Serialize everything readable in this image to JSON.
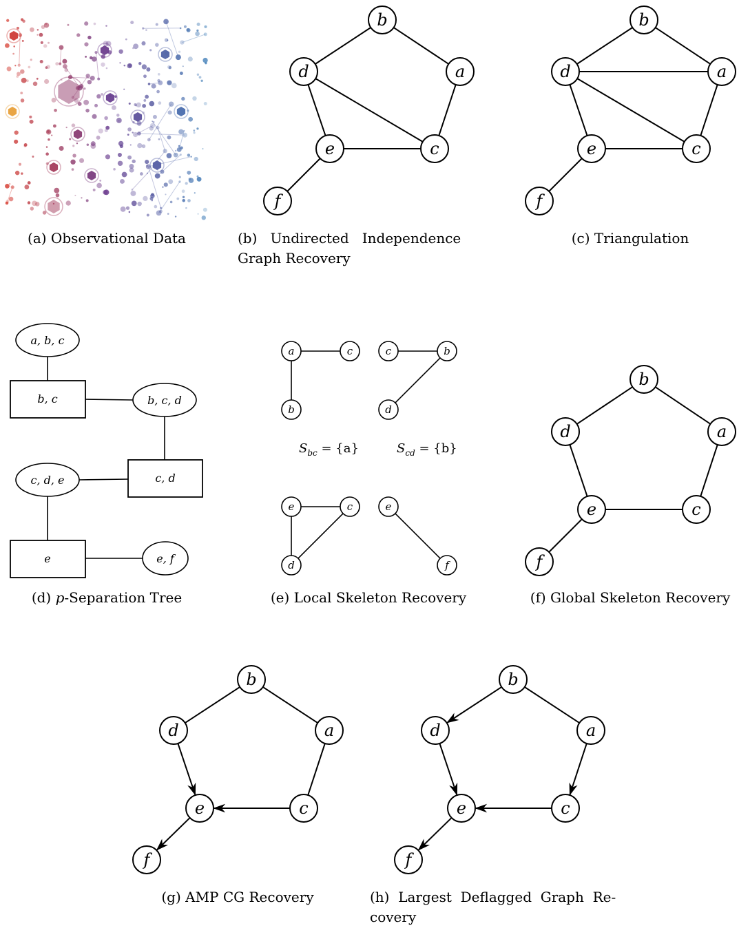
{
  "captions": {
    "a": "(a) Observational Data",
    "b_line1": "(b)   Undirected   Independence",
    "b_line2": "Graph Recovery",
    "c": "(c) Triangulation",
    "d_prefix": "(d) ",
    "d_italic": "p",
    "d_suffix": "-Separation Tree",
    "e": "(e) Local Skeleton Recovery",
    "f": "(f) Global Skeleton Recovery",
    "g": "(g) AMP CG Recovery",
    "h_line1": "(h)  Largest  Deflagged  Graph  Re-",
    "h_line2": "covery"
  },
  "node_labels": [
    "a",
    "b",
    "c",
    "d",
    "e",
    "f"
  ],
  "tree": {
    "cliques": [
      "a, b, c",
      "b, c, d",
      "c, d, e",
      "e, f"
    ],
    "separators": [
      "b, c",
      "c, d",
      "e"
    ]
  },
  "separation_sets": {
    "bc": {
      "sub": "bc",
      "value": "{a}"
    },
    "cd": {
      "sub": "cd",
      "value": "{b}"
    }
  },
  "graphs": {
    "b": [
      [
        "b",
        "d"
      ],
      [
        "b",
        "a"
      ],
      [
        "d",
        "e"
      ],
      [
        "d",
        "c"
      ],
      [
        "a",
        "c"
      ],
      [
        "e",
        "c"
      ],
      [
        "e",
        "f"
      ]
    ],
    "c": [
      [
        "b",
        "d"
      ],
      [
        "b",
        "a"
      ],
      [
        "d",
        "a"
      ],
      [
        "d",
        "e"
      ],
      [
        "d",
        "c"
      ],
      [
        "a",
        "c"
      ],
      [
        "e",
        "c"
      ],
      [
        "e",
        "f"
      ]
    ],
    "f": [
      [
        "b",
        "d"
      ],
      [
        "b",
        "a"
      ],
      [
        "d",
        "e"
      ],
      [
        "a",
        "c"
      ],
      [
        "e",
        "c"
      ],
      [
        "e",
        "f"
      ]
    ],
    "g": {
      "undirected": [
        [
          "b",
          "d"
        ],
        [
          "b",
          "a"
        ],
        [
          "a",
          "c"
        ]
      ],
      "directed": [
        [
          "d",
          "e"
        ],
        [
          "c",
          "e"
        ],
        [
          "e",
          "f"
        ]
      ]
    },
    "h": {
      "undirected": [
        [
          "b",
          "a"
        ]
      ],
      "directed": [
        [
          "b",
          "d"
        ],
        [
          "d",
          "e"
        ],
        [
          "a",
          "c"
        ],
        [
          "c",
          "e"
        ],
        [
          "e",
          "f"
        ]
      ]
    }
  },
  "local_skeletons": [
    {
      "nodes": [
        "a",
        "c",
        "b"
      ],
      "edges": [
        [
          "a",
          "c"
        ],
        [
          "a",
          "b"
        ]
      ]
    },
    {
      "nodes": [
        "c",
        "b",
        "d"
      ],
      "edges": [
        [
          "c",
          "b"
        ],
        [
          "b",
          "d"
        ]
      ]
    },
    {
      "nodes": [
        "e",
        "c",
        "d"
      ],
      "edges": [
        [
          "e",
          "c"
        ],
        [
          "e",
          "d"
        ],
        [
          "c",
          "d"
        ]
      ]
    },
    {
      "nodes": [
        "e",
        "f"
      ],
      "edges": [
        [
          "e",
          "f"
        ]
      ]
    }
  ],
  "colors": {
    "red": "#d63b2f",
    "orange": "#e8a03a",
    "purple": "#6b3d8f",
    "blue": "#3f7fb8"
  }
}
